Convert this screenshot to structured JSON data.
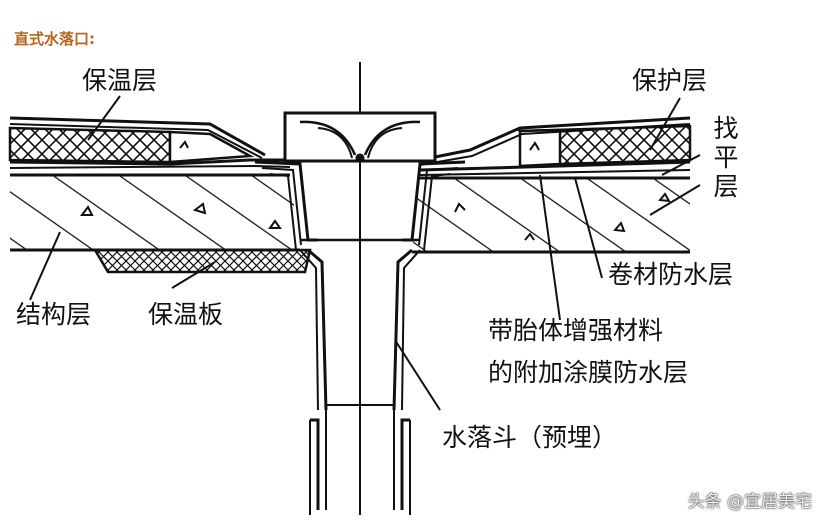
{
  "heading": "直式水落口:",
  "labels": {
    "insulation_layer": "保温层",
    "protective_layer": "保护层",
    "leveling_layer": "找平层",
    "membrane_waterproof": "卷材防水层",
    "structural_layer": "结构层",
    "insulation_board": "保温板",
    "reinforced_coating_line1": "带胎体增强材料",
    "reinforced_coating_line2": "的附加涂膜防水层",
    "drain_hopper": "水落斗（预埋）"
  },
  "watermark": "头条 @宜居美宅",
  "colors": {
    "heading": "#b5651d",
    "ink": "#111111"
  }
}
